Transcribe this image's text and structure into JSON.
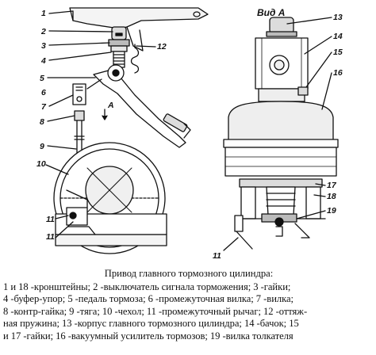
{
  "figure": {
    "view_label": "Вид А",
    "arrow_label": "А",
    "callouts": {
      "c1": "1",
      "c2": "2",
      "c3": "3",
      "c4": "4",
      "c5": "5",
      "c6": "6",
      "c7": "7",
      "c8": "8",
      "c9": "9",
      "c10": "10",
      "c11a": "11",
      "c11b": "11",
      "c12": "12",
      "c13": "13",
      "c14": "14",
      "c15": "15",
      "c16": "16",
      "c17": "17",
      "c18": "18",
      "c19": "19"
    }
  },
  "caption": {
    "title": "Привод главного тормозного цилиндра:",
    "lines": [
      "1 и 18 -кронштейны; 2 -выключатель сигнала торможения; 3 -гайки;",
      "4 -буфер-упор; 5 -педаль тормоза; 6 -промежуточная вилка; 7 -вилка;",
      "8 -контр-гайка; 9 -тяга; 10 -чехол; 11 -промежуточный рычаг; 12 -оттяж-",
      "ная пружина; 13 -корпус главного тормозного цилиндра; 14 -бачок; 15",
      "и 17 -гайки; 16 -вакуумный усилитель тормозов; 19 -вилка толкателя"
    ]
  }
}
